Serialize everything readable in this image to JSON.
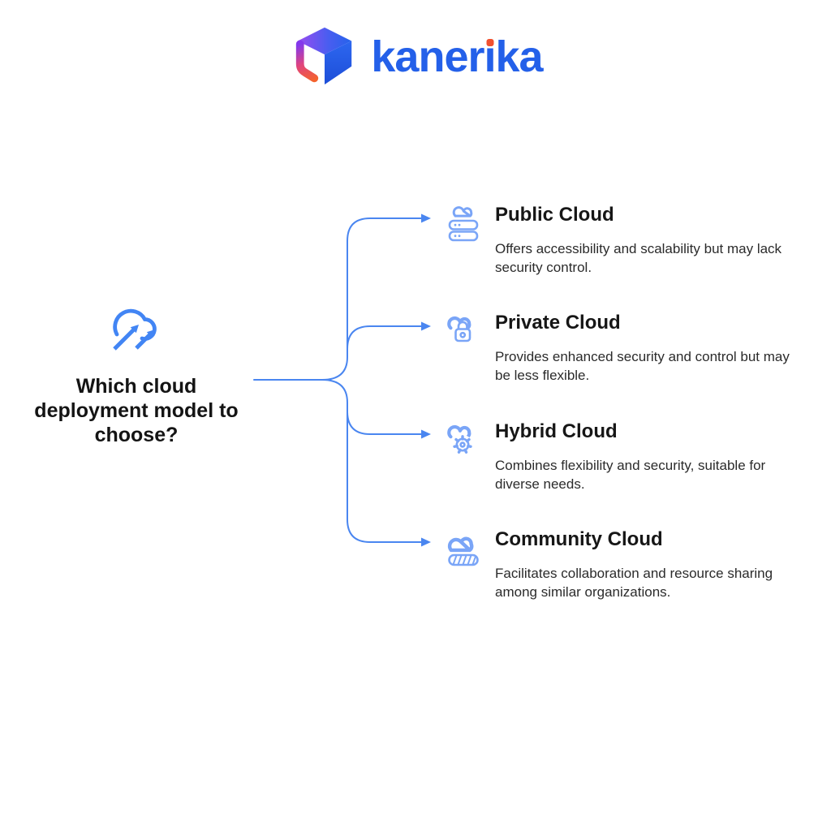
{
  "brand": {
    "name": "kanerika",
    "pre": "kaner",
    "i": "ı",
    "post": "ka",
    "blue": "#2460e9",
    "accent": "#f1502f"
  },
  "root": {
    "question": "Which cloud deployment model to choose?",
    "icon": "cloud-arrows-icon"
  },
  "nodes": [
    {
      "title": "Public Cloud",
      "description": "Offers accessibility and scalability but may lack security control.",
      "icon": "cloud-server-icon"
    },
    {
      "title": "Private Cloud",
      "description": "Provides enhanced security and control but may be less flexible.",
      "icon": "cloud-lock-icon"
    },
    {
      "title": "Hybrid Cloud",
      "description": "Combines flexibility and security, suitable for diverse needs.",
      "icon": "cloud-gear-icon"
    },
    {
      "title": "Community Cloud",
      "description": "Facilitates collaboration and resource sharing among similar organizations.",
      "icon": "cloud-striped-base-icon"
    }
  ],
  "colors": {
    "connector": "#4a86f0",
    "root_icon": "#4285f4",
    "node_icon": "#7aa5f7",
    "title_text": "#161616",
    "description_text": "#2b2b2b"
  }
}
